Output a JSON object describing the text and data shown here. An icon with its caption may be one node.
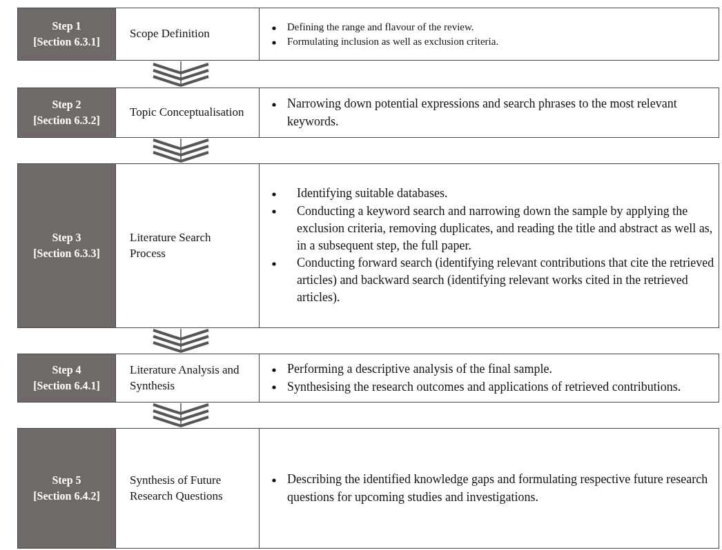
{
  "diagram": {
    "nodes": [
      {
        "text": [],
        "shape": "box"
      },
      {
        "text": [
          "Step 1",
          "[Section 6.3.1]"
        ],
        "in": 0
      },
      {
        "text": [
          "Scope Definition"
        ],
        "in": 0
      },
      {
        "text": [
          "Defining the range and flavour of the review.",
          "Formulating inclusion as well as exclusion criteria."
        ],
        "in": 0
      },
      {
        "text": [],
        "shape": "box"
      },
      {
        "text": [
          "Step 2",
          "[Section 6.3.2]"
        ],
        "in": 4
      },
      {
        "text": [
          "Topic Conceptualisation"
        ],
        "in": 4
      },
      {
        "text": [
          "Narrowing down potential expressions and search phrases to the most relevant keywords."
        ],
        "in": 4
      },
      {
        "text": [],
        "shape": "box"
      },
      {
        "text": [
          "Step 3",
          "[Section 6.3.3]"
        ],
        "in": 8
      },
      {
        "text": [
          "Literature Search Process"
        ],
        "in": 8
      },
      {
        "text": [
          "Identifying suitable databases.",
          "Conducting a keyword search and narrowing down the sample by applying the exclusion criteria, removing duplicates, and reading the title and abstract as well as, in a subsequent step, the full paper.",
          "Conducting forward search (identifying relevant contributions that cite the retrieved articles) and backward search (identifying relevant works cited in the retrieved articles)."
        ],
        "in": 8
      },
      {
        "text": [],
        "shape": "box"
      },
      {
        "text": [
          "Step 4",
          "[Section 6.4.1]"
        ],
        "in": 12
      },
      {
        "text": [
          "Literature Analysis and Synthesis"
        ],
        "in": 12
      },
      {
        "text": [
          "Performing a descriptive analysis of the final sample.",
          "Synthesising the research outcomes and applications of retrieved contributions."
        ],
        "in": 12
      },
      {
        "text": [],
        "shape": "box"
      },
      {
        "text": [
          "Step 5",
          "[Section 6.4.2]"
        ],
        "in": 16
      },
      {
        "text": [
          "Synthesis of Future Research Questions"
        ],
        "in": 16
      },
      {
        "text": [
          "Describing the identified knowledge gaps and formulating respective future research questions for upcoming studies and investigations."
        ],
        "in": 16
      }
    ],
    "edges": [
      {
        "from": 0,
        "to": 4,
        "arrow": "to"
      },
      {
        "from": 4,
        "to": 8,
        "arrow": "to"
      },
      {
        "from": 8,
        "to": 12,
        "arrow": "to"
      },
      {
        "from": 12,
        "to": 16,
        "arrow": "to"
      }
    ]
  }
}
